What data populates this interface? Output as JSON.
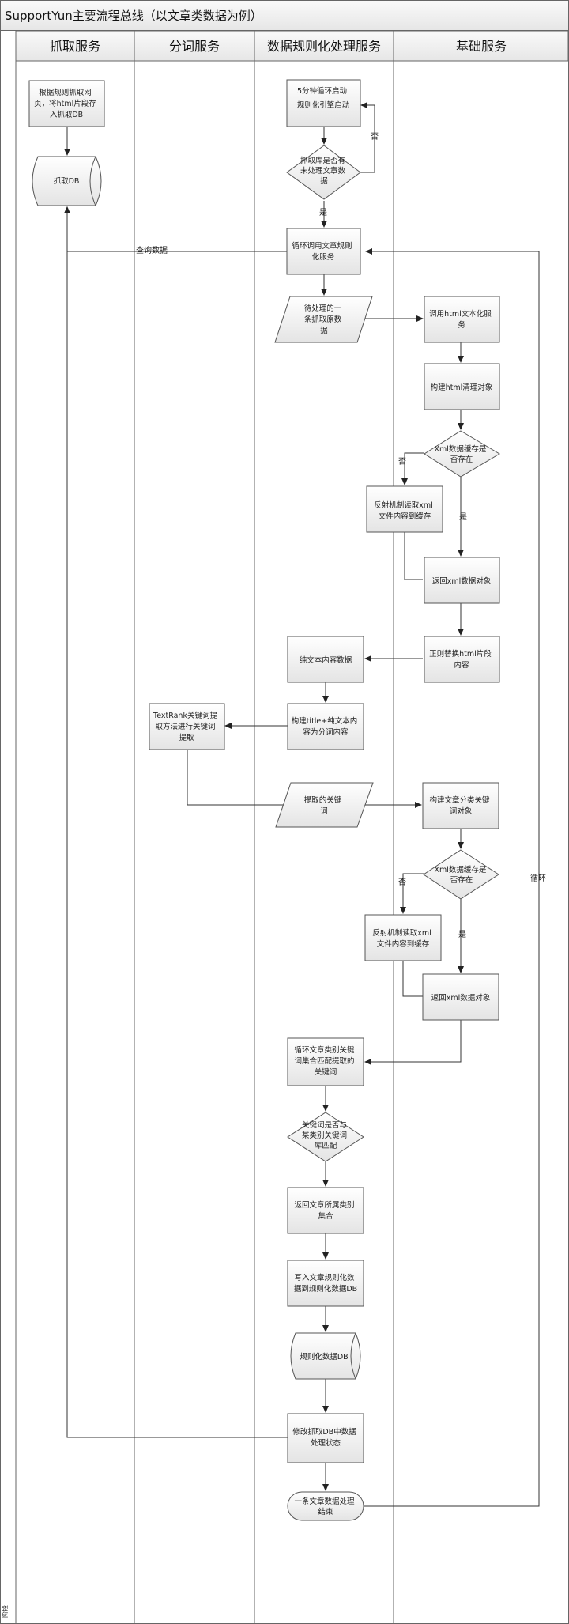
{
  "title": "SupportYun主要流程总线（以文章类数据为例）",
  "side_label": "阶段",
  "lanes": [
    "抓取服务",
    "分词服务",
    "数据规则化处理服务",
    "基础服务"
  ],
  "nodes": {
    "crawl_rule": [
      "根据规则抓取网",
      "页，将html片段存",
      "入抓取DB"
    ],
    "crawl_db": [
      "抓取DB"
    ],
    "timer_start": [
      "5分钟循环启动",
      "规则化引擎启动"
    ],
    "check_unprocessed": [
      "抓取库是否有",
      "未处理文章数",
      "据"
    ],
    "loop_call": [
      "循环调用文章规则",
      "化服务"
    ],
    "pending_raw": [
      "待处理的一",
      "条抓取原数",
      "据"
    ],
    "call_html_service": [
      "调用html文本化服",
      "务"
    ],
    "build_html_clean": [
      "构建html清理对象"
    ],
    "xml_cache_1": [
      "Xml数据缓存是",
      "否存在"
    ],
    "reflect_read_1": [
      "反射机制读取xml",
      "文件内容到缓存"
    ],
    "return_xml_1": [
      "返回xml数据对象"
    ],
    "regex_replace": [
      "正则替换html片段",
      "内容"
    ],
    "plain_text": [
      "纯文本内容数据"
    ],
    "build_seg_content": [
      "构建title+纯文本内",
      "容为分词内容"
    ],
    "textrank": [
      "TextRank关键词提",
      "取方法进行关键词",
      "提取"
    ],
    "extracted_keywords": [
      "提取的关键",
      "词"
    ],
    "build_category_kw": [
      "构建文章分类关键",
      "词对象"
    ],
    "xml_cache_2": [
      "Xml数据缓存是",
      "否存在"
    ],
    "reflect_read_2": [
      "反射机制读取xml",
      "文件内容到缓存"
    ],
    "return_xml_2": [
      "返回xml数据对象"
    ],
    "loop_match": [
      "循环文章类别关键",
      "词集合匹配提取的",
      "关键词"
    ],
    "kw_match_check": [
      "关键词是否与",
      "某类别关键词",
      "库匹配"
    ],
    "return_category": [
      "返回文章所属类别",
      "集合"
    ],
    "write_db": [
      "写入文章规则化数",
      "据到规则化数据DB"
    ],
    "normalized_db": [
      "规则化数据DB"
    ],
    "modify_status": [
      "修改抓取DB中数据",
      "处理状态"
    ],
    "end": [
      "一条文章数据处理",
      "结束"
    ]
  },
  "edge_labels": {
    "no_1": "否",
    "yes_1": "是",
    "query_data": "查询数据",
    "no_2": "否",
    "yes_2": "是",
    "no_3": "否",
    "yes_3": "是",
    "loop": "循环"
  }
}
